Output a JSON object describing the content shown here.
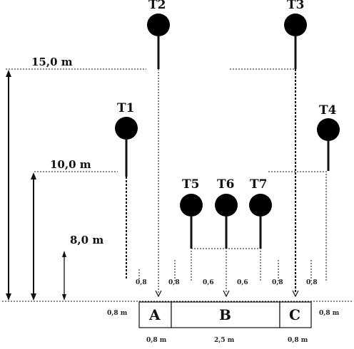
{
  "trees": [
    {
      "id": "T1",
      "label": "T1"
    },
    {
      "id": "T2",
      "label": "T2"
    },
    {
      "id": "T3",
      "label": "T3"
    },
    {
      "id": "T4",
      "label": "T4"
    },
    {
      "id": "T5",
      "label": "T5"
    },
    {
      "id": "T6",
      "label": "T6"
    },
    {
      "id": "T7",
      "label": "T7"
    }
  ],
  "heights": {
    "h15": "15,0 m",
    "h10": "10,0 m",
    "h8": "8,0 m"
  },
  "gaps": [
    "0,8",
    "0,8",
    "0,6",
    "0,6",
    "0,8",
    "0,8"
  ],
  "boxes": {
    "a": "A",
    "b": "B",
    "c": "C"
  },
  "widths": {
    "a": "0,8 m",
    "b": "2,5 m",
    "c": "0,8 m"
  },
  "sides": {
    "left": "0,8 m",
    "right": "0,8 m"
  }
}
